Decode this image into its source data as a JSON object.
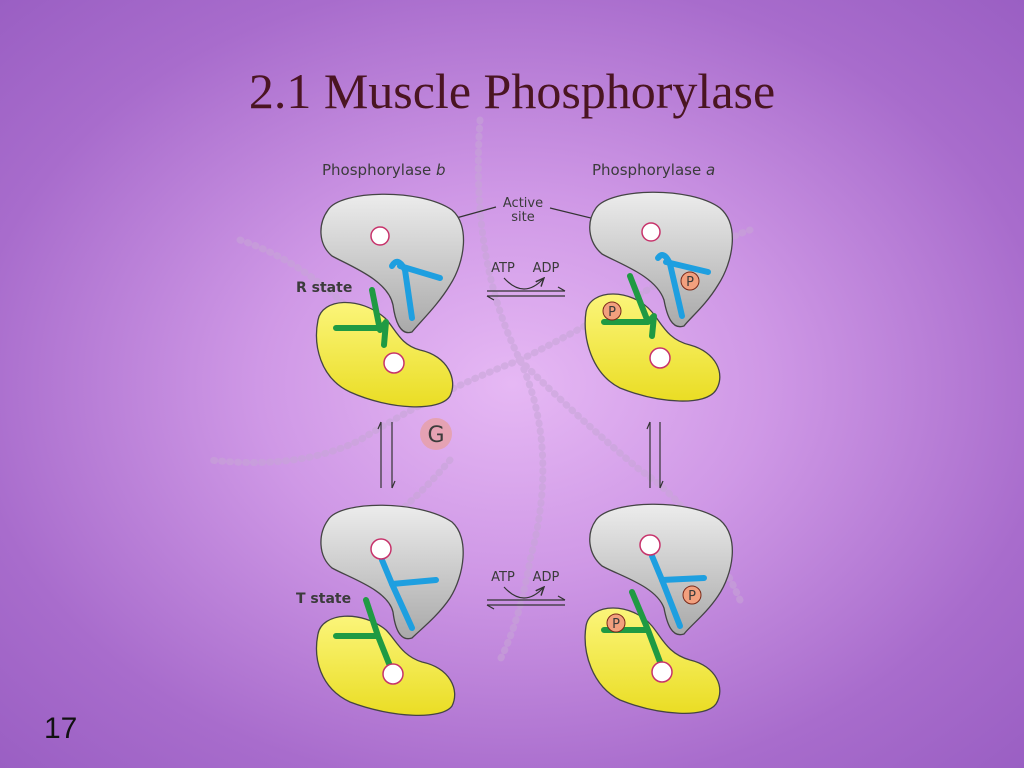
{
  "slide": {
    "title": "2.1 Muscle Phosphorylase",
    "number": "17"
  },
  "diagram": {
    "phos_b_label_prefix": "Phosphorylase ",
    "phos_b_label_letter": "b",
    "phos_a_label_prefix": "Phosphorylase ",
    "phos_a_label_letter": "a",
    "active_site_line1": "Active",
    "active_site_line2": "site",
    "r_state_label": "R state",
    "t_state_label": "T state",
    "atp_label": "ATP",
    "adp_label": "ADP",
    "phosphate_label": "P",
    "watermark_letter": "G",
    "colors": {
      "gray_domain": "#c8c8c8",
      "yellow_domain": "#f6f04a",
      "blue_loop": "#1e9fe0",
      "green_loop": "#1f9a43",
      "phosphate_fill": "#f2a07e",
      "site_ring": "#c7336b"
    }
  }
}
